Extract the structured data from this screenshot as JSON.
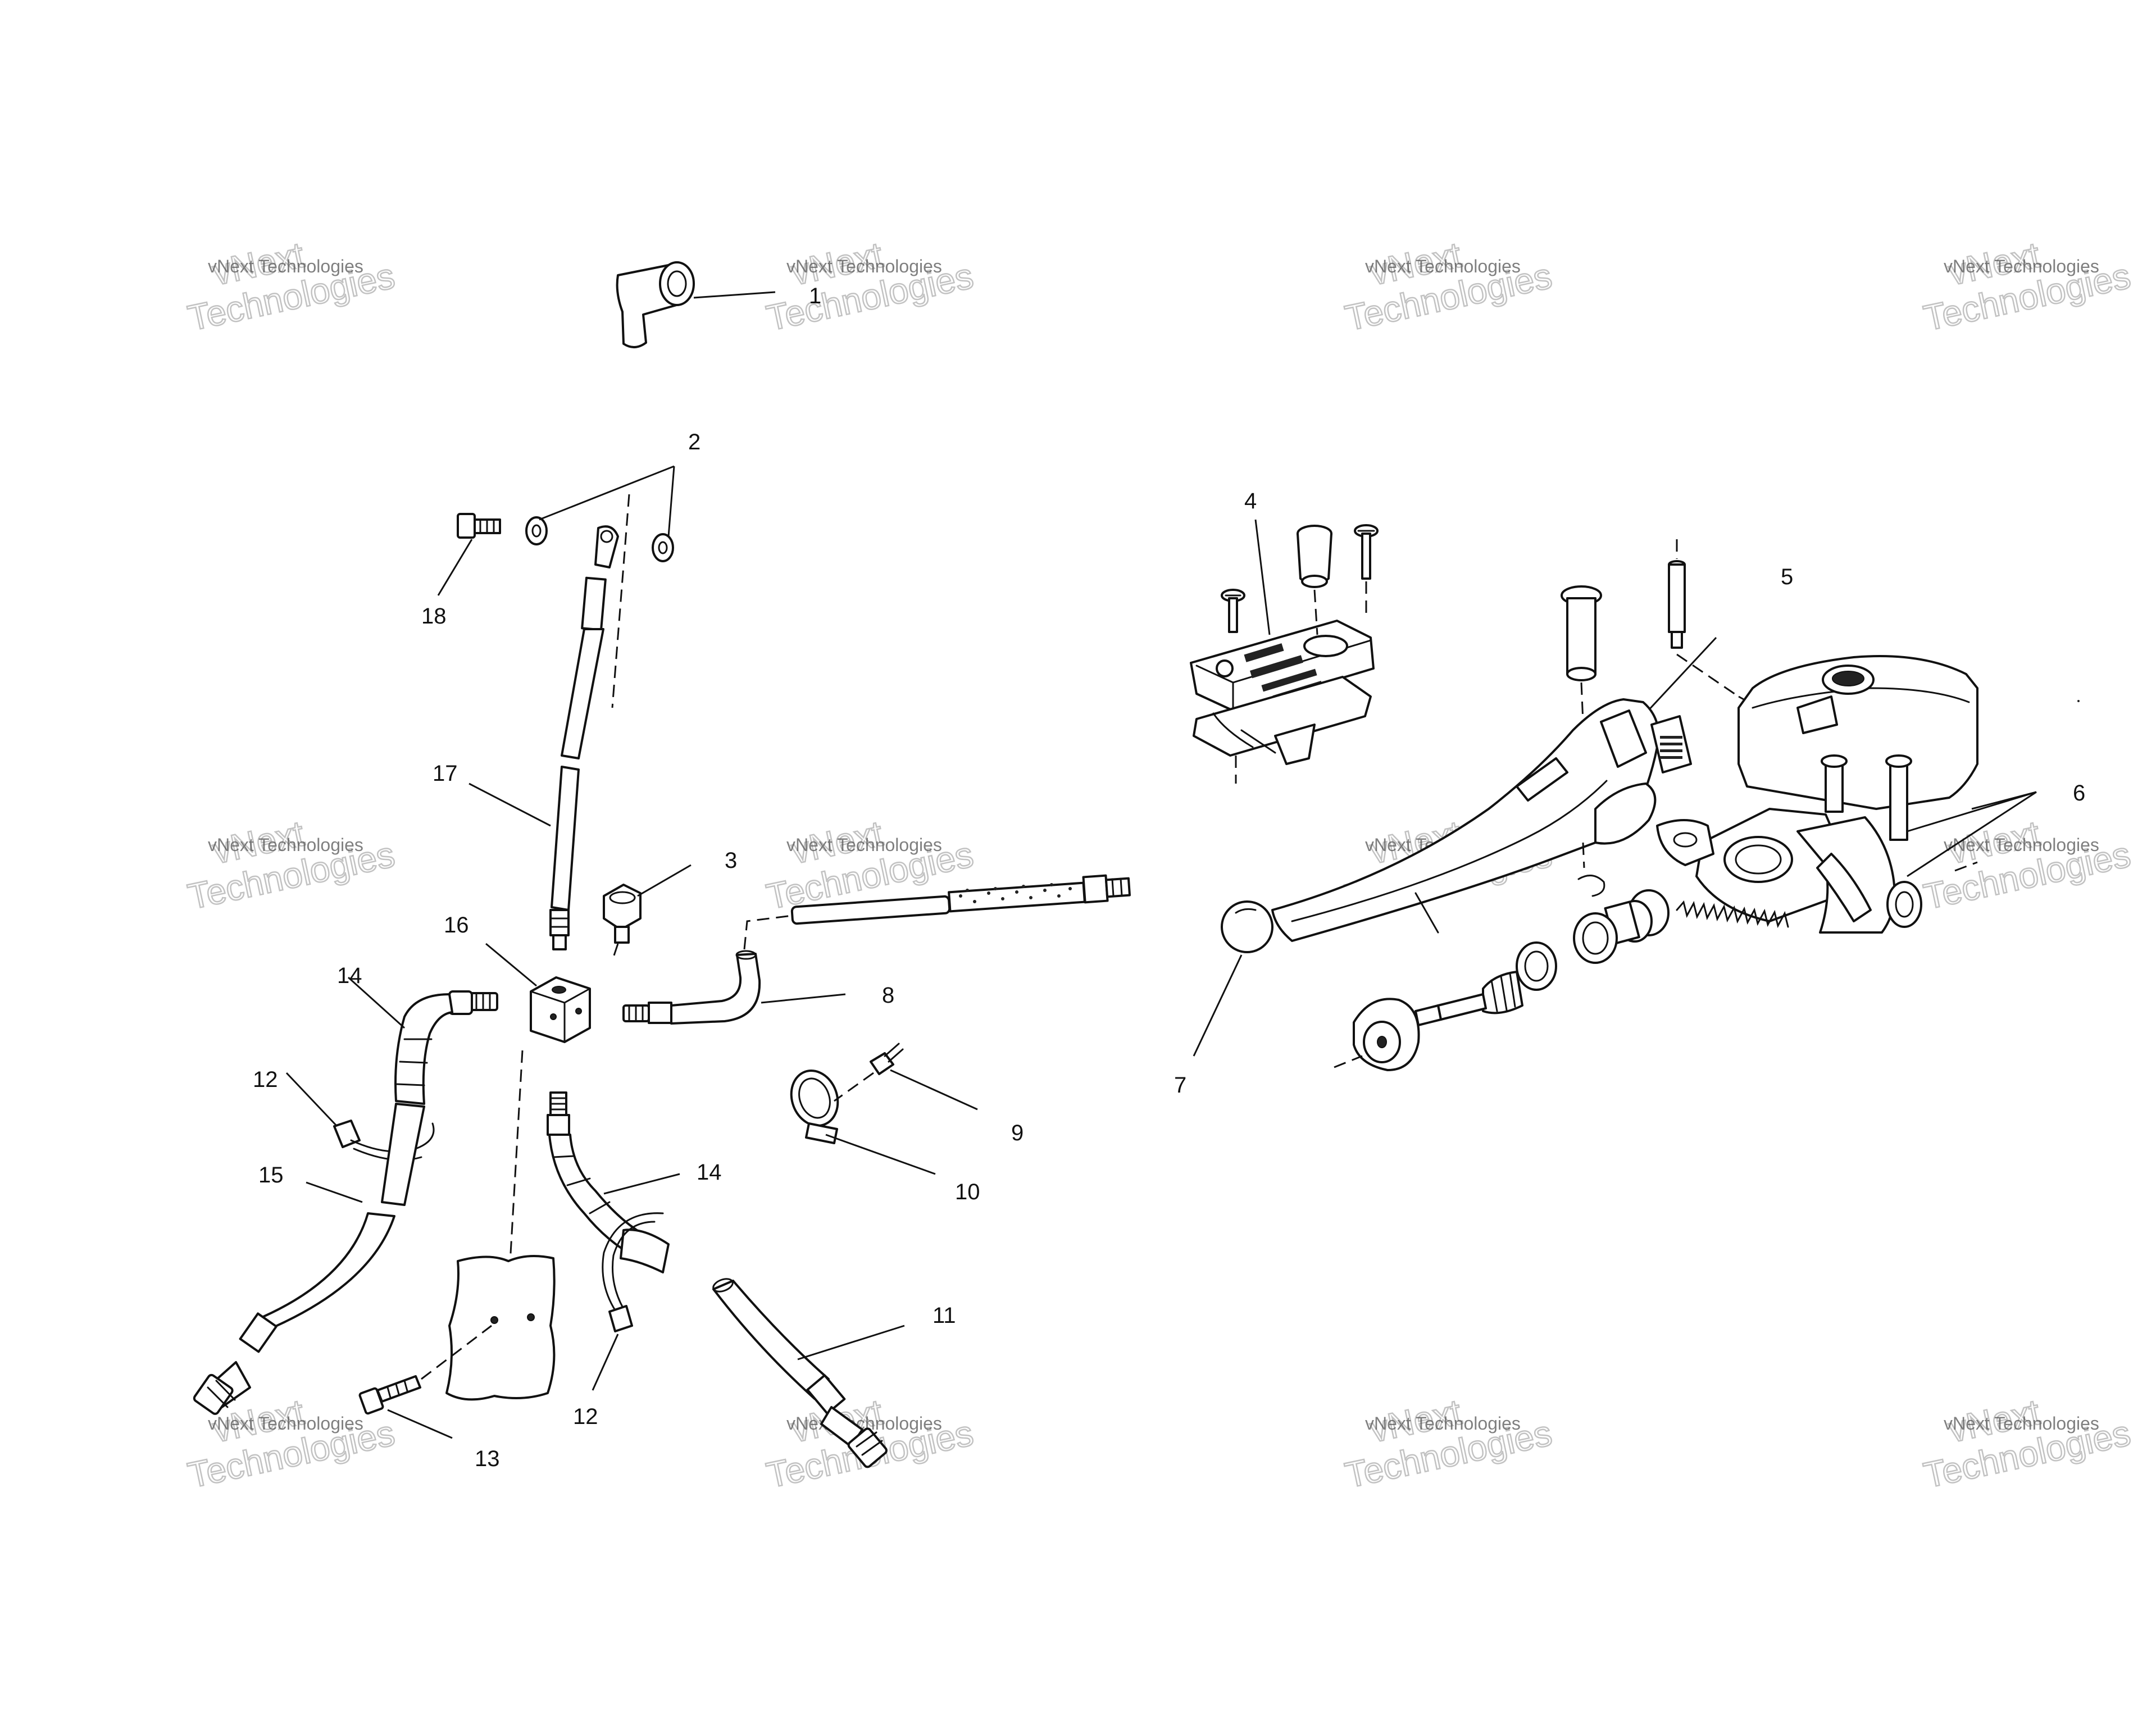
{
  "watermark": {
    "line1": "vNext",
    "line2": "Technologies",
    "full": "vNext Technologies"
  },
  "callouts": {
    "c1": "1",
    "c2": "2",
    "c3": "3",
    "c4": "4",
    "c5": "5",
    "c6": "6",
    "c7": "7",
    "c8": "8",
    "c9": "9",
    "c10": "10",
    "c11": "11",
    "c12a": "12",
    "c12b": "12",
    "c13": "13",
    "c14a": "14",
    "c14b": "14",
    "c15": "15",
    "c16": "16",
    "c17": "17",
    "c18": "18"
  }
}
